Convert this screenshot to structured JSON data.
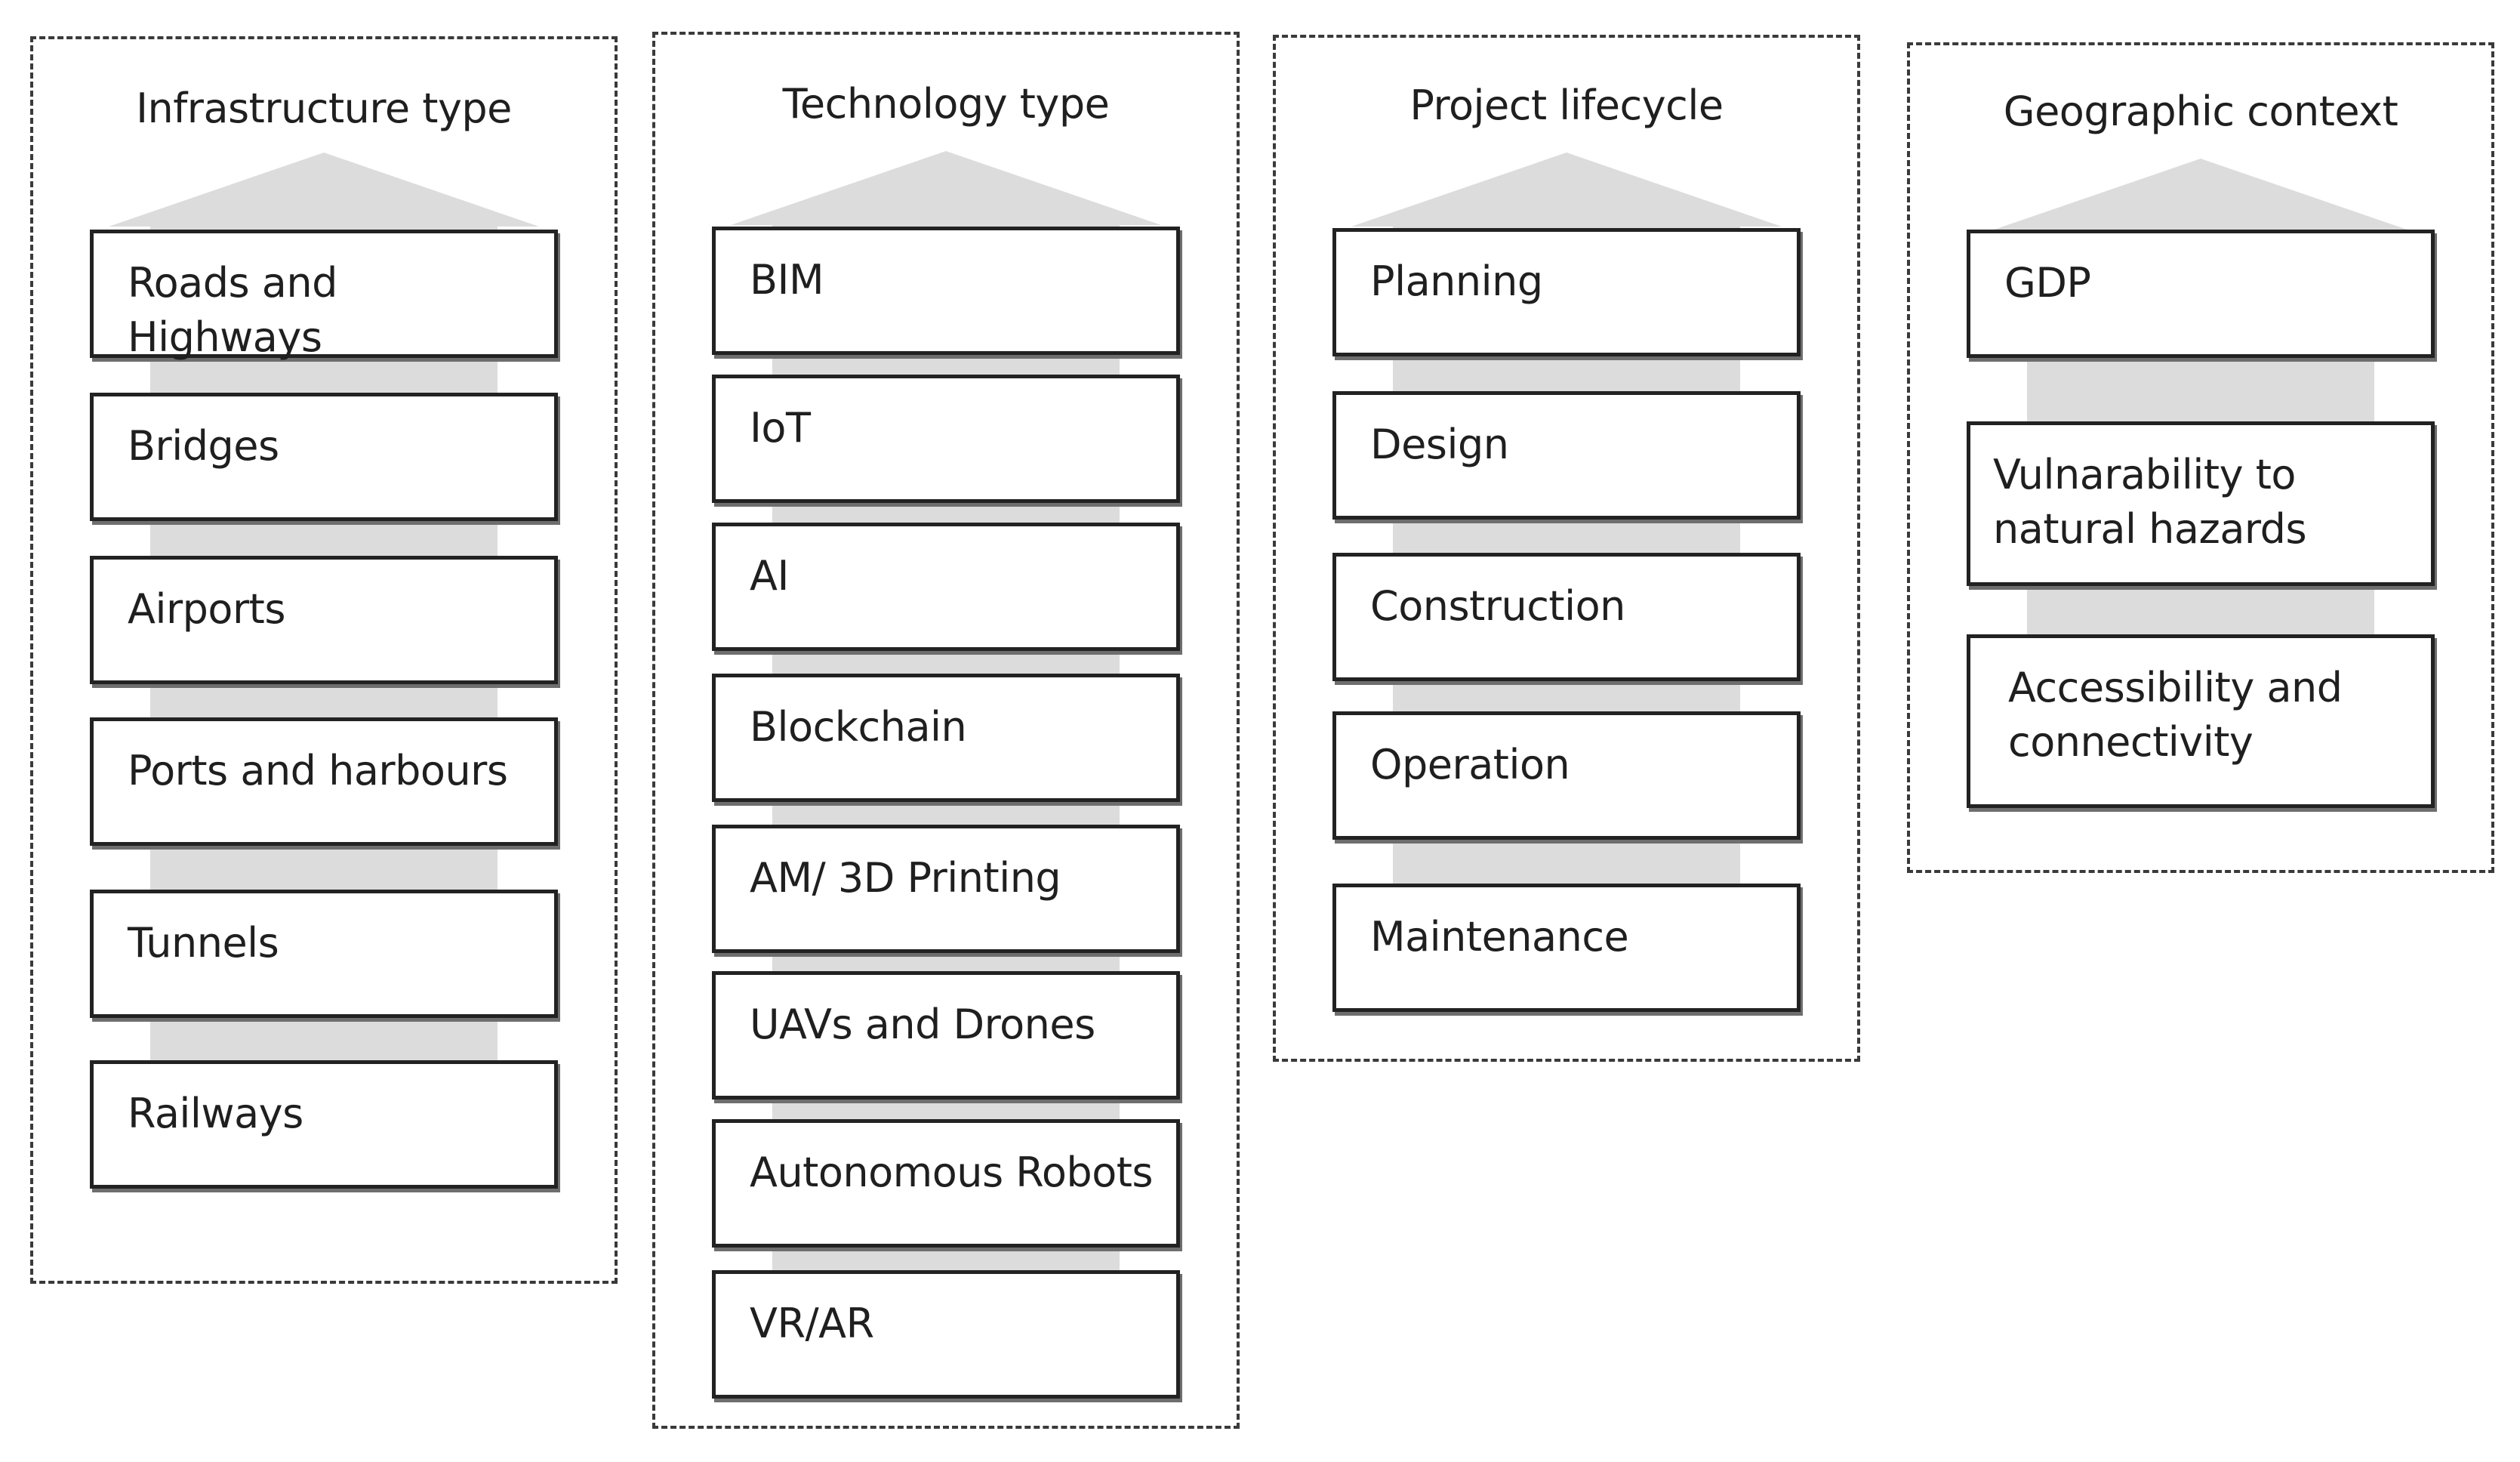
{
  "groups": [
    {
      "title": "Infrastructure type",
      "items": [
        "Roads and Highways",
        "Bridges",
        "Airports",
        "Ports and harbours",
        "Tunnels",
        "Railways"
      ]
    },
    {
      "title": "Technology type",
      "items": [
        "BIM",
        "IoT",
        "AI",
        "Blockchain",
        "AM/ 3D Printing",
        "UAVs and Drones",
        "Autonomous Robots",
        "VR/AR"
      ]
    },
    {
      "title": "Project lifecycle",
      "items": [
        "Planning",
        "Design",
        "Construction",
        "Operation",
        "Maintenance"
      ]
    },
    {
      "title": "Geographic context",
      "items": [
        "GDP",
        "Vulnarability to natural hazards",
        "Accessibility and connectivity"
      ]
    }
  ],
  "colors": {
    "arrow": "#dcdcdc",
    "border": "#222222",
    "dashed": "#3a3a3a"
  }
}
